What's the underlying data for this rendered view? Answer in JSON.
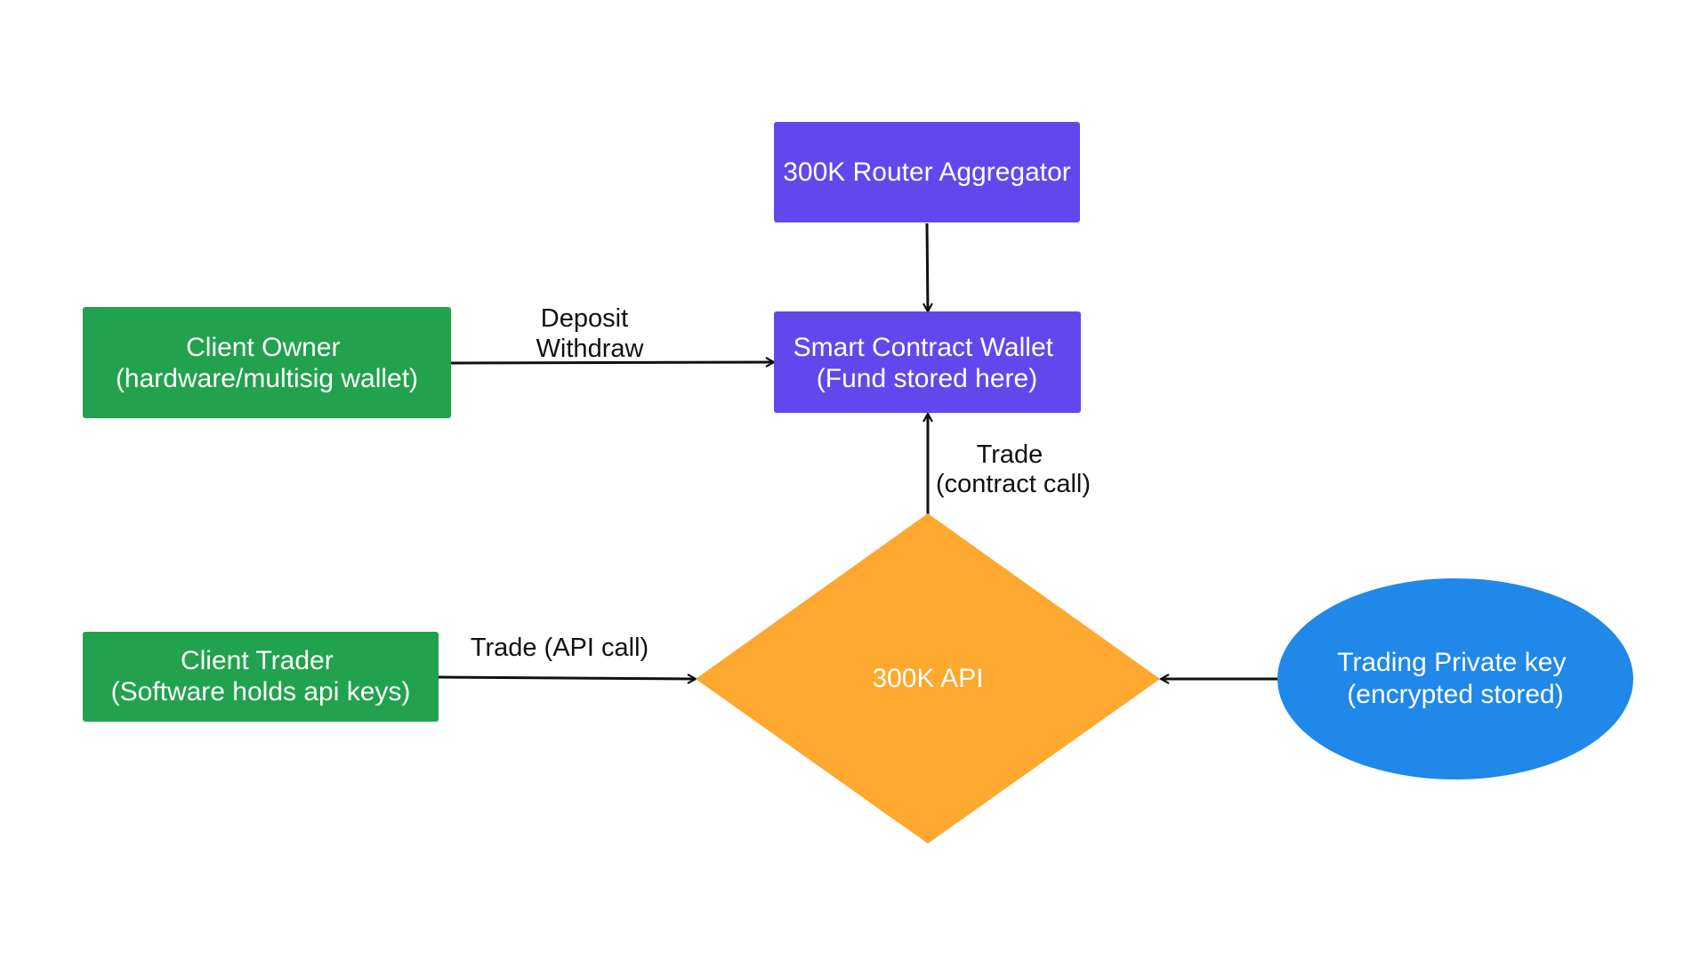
{
  "colors": {
    "router": "#6248EC",
    "wallet": "#6248EC",
    "client": "#22A24E",
    "api": "#FDA82E",
    "key": "#2088E8",
    "edge": "#111111",
    "node_text": "#ffffff"
  },
  "nodes": {
    "router": {
      "lines": [
        "300K Router Aggregator"
      ]
    },
    "wallet": {
      "lines": [
        "Smart Contract Wallet",
        "(Fund stored here)"
      ]
    },
    "owner": {
      "lines": [
        "Client Owner",
        "(hardware/multisig wallet)"
      ]
    },
    "trader": {
      "lines": [
        "Client Trader",
        "(Software holds api keys)"
      ]
    },
    "api": {
      "lines": [
        "300K API"
      ]
    },
    "key": {
      "lines": [
        "Trading Private key",
        "(encrypted stored)"
      ]
    }
  },
  "edges": {
    "owner_to_wallet": {
      "label": [
        "Deposit",
        "Withdraw"
      ]
    },
    "api_to_wallet": {
      "label": [
        "Trade",
        "(contract call)"
      ]
    },
    "trader_to_api": {
      "label": [
        "Trade (API call)"
      ]
    }
  }
}
